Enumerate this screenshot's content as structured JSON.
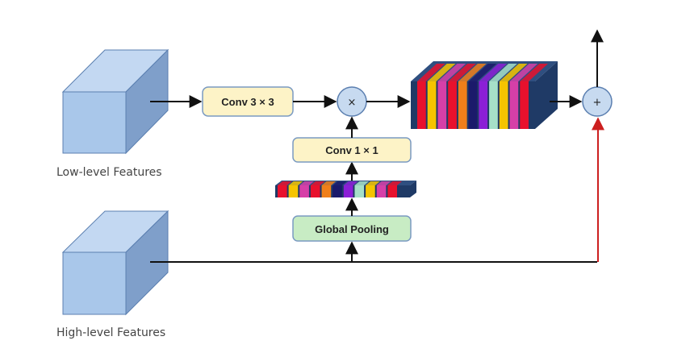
{
  "low_level": {
    "caption": "Low-level Features"
  },
  "high_level": {
    "caption": "High-level Features"
  },
  "conv3": {
    "label": "Conv 3 × 3"
  },
  "conv1": {
    "label": "Conv 1 × 1"
  },
  "pooling": {
    "label": "Global Pooling"
  },
  "multiply": {
    "symbol": "×"
  },
  "add": {
    "symbol": "+"
  },
  "colors": {
    "cube_front": "#a9c7ea",
    "cube_top": "#c3d8f2",
    "cube_side": "#7f9fca",
    "cube_stroke": "#5b7fb0",
    "conv_fill": "#fdf3c7",
    "conv_stroke": "#7a9ac2",
    "pool_fill": "#c8ecc4",
    "op_fill": "#c7daf0",
    "op_stroke": "#5b7fb0",
    "arrow": "#111111",
    "skip_arrow": "#cc1f1f",
    "block_dark": "#1f3a66",
    "block_top": "#2f4f80"
  },
  "channel_colors": [
    "#e8112d",
    "#f5c400",
    "#d63fa8",
    "#e8112d",
    "#f07f1a",
    "#1b1a6b",
    "#8b1fd6",
    "#a6e0c8",
    "#f5c400",
    "#d63fa8",
    "#e8112d"
  ]
}
